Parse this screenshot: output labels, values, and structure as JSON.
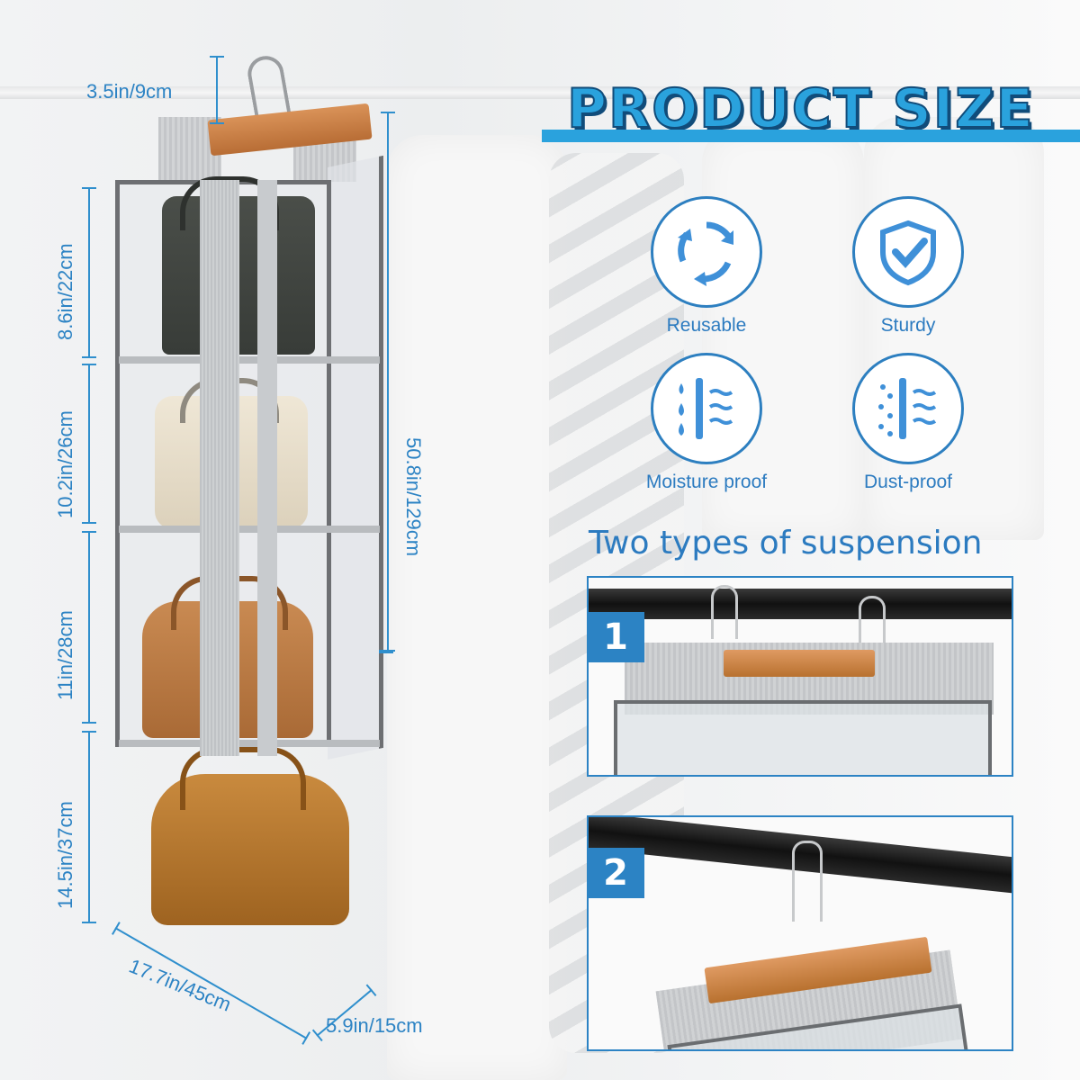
{
  "title": "PRODUCT SIZE",
  "dimensions": {
    "hook_height": "3.5in/9cm",
    "compartment_1": "8.6in/22cm",
    "compartment_2": "10.2in/26cm",
    "compartment_3": "11in/28cm",
    "compartment_4": "14.5in/37cm",
    "total_height": "50.8in/129cm",
    "width": "17.7in/45cm",
    "depth": "5.9in/15cm"
  },
  "features": [
    {
      "label": "Reusable",
      "icon": "recycle-icon"
    },
    {
      "label": "Sturdy",
      "icon": "shield-check-icon"
    },
    {
      "label": "Moisture proof",
      "icon": "moisture-icon"
    },
    {
      "label": "Dust-proof",
      "icon": "dust-icon"
    }
  ],
  "suspension": {
    "heading": "Two types of suspension",
    "types": [
      {
        "number": "1"
      },
      {
        "number": "2"
      }
    ]
  },
  "colors": {
    "accent": "#2c83c4",
    "title_fill": "#2aa2dd",
    "title_outline": "#114c7a"
  }
}
